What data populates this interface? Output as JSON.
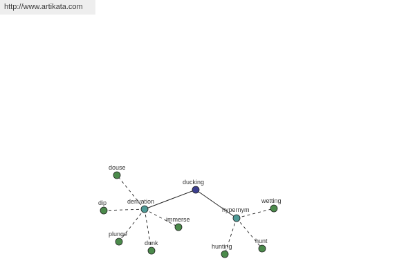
{
  "banner": {
    "url_text": "http://www.artikata.com"
  },
  "colors": {
    "root_node": "#3c3f8f",
    "hub_node": "#4e9a96",
    "leaf_node": "#4b8a4b",
    "node_outline": "#202020",
    "edge": "#202020"
  },
  "graph": {
    "root": "ducking",
    "hubs": [
      {
        "label": "derivation",
        "leaves": [
          "douse",
          "dip",
          "plunge",
          "dunk",
          "immerse"
        ]
      },
      {
        "label": "hypernym",
        "leaves": [
          "wetting",
          "hunting",
          "hunt"
        ]
      }
    ]
  }
}
